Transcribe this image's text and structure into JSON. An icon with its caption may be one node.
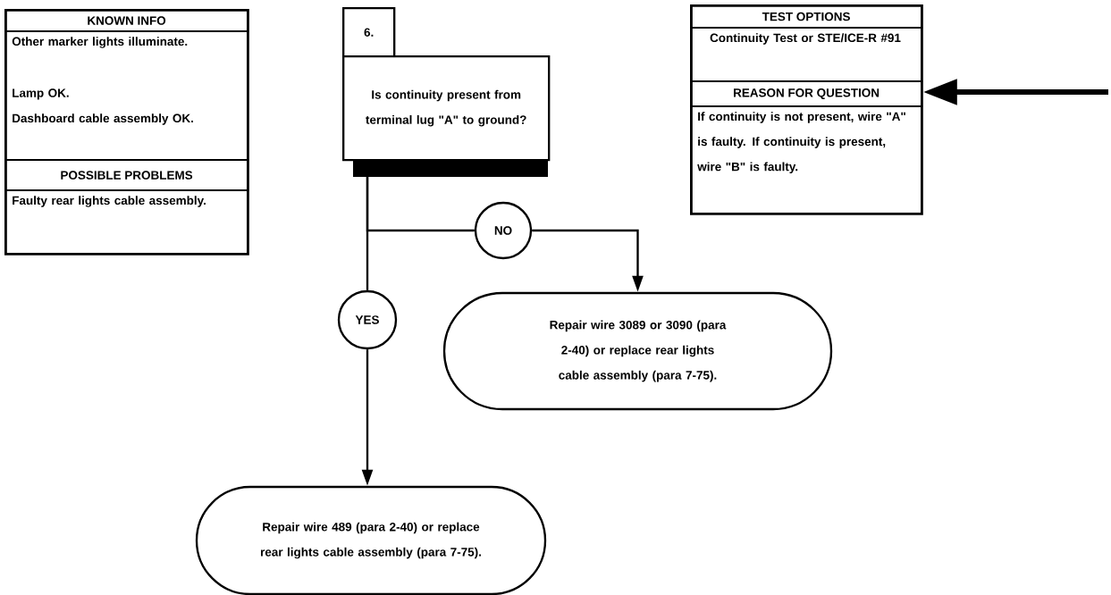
{
  "diagram": {
    "nodes": [
      {
        "text": [
          "KNOWN INFO",
          "Other marker lights illuminate.",
          "Lamp OK.",
          "Dashboard cable assembly OK.",
          "POSSIBLE PROBLEMS",
          "Faulty rear lights cable assembly."
        ]
      },
      {
        "text": [
          "6.",
          "Is continuity present from terminal lug \"A\" to ground?"
        ]
      },
      {
        "text": [
          "TEST OPTIONS",
          "Continuity Test or STE/ICE-R #91",
          "REASON FOR QUESTION",
          "If continuity is not present, wire \"A\" is faulty.  If continuity is present, wire \"B\" is faulty."
        ]
      },
      {
        "text": [
          "NO"
        ]
      },
      {
        "text": [
          "YES"
        ]
      },
      {
        "text": [
          "Repair wire 3089 or 3090 (para 2-40) or replace rear lights cable assembly (para 7-75)."
        ]
      },
      {
        "text": [
          "Repair wire 489 (para 2-40) or replace rear lights cable assembly (para 7-75)."
        ]
      }
    ],
    "edges": [
      {
        "from": 1,
        "to": 4,
        "arrow": "none"
      },
      {
        "from": 1,
        "to": 3,
        "arrow": "none"
      },
      {
        "from": 3,
        "to": 5,
        "arrow": "to"
      },
      {
        "from": 4,
        "to": 6,
        "arrow": "to"
      },
      {
        "from": null,
        "to": 2,
        "arrow": "to",
        "style": "thick"
      }
    ]
  }
}
